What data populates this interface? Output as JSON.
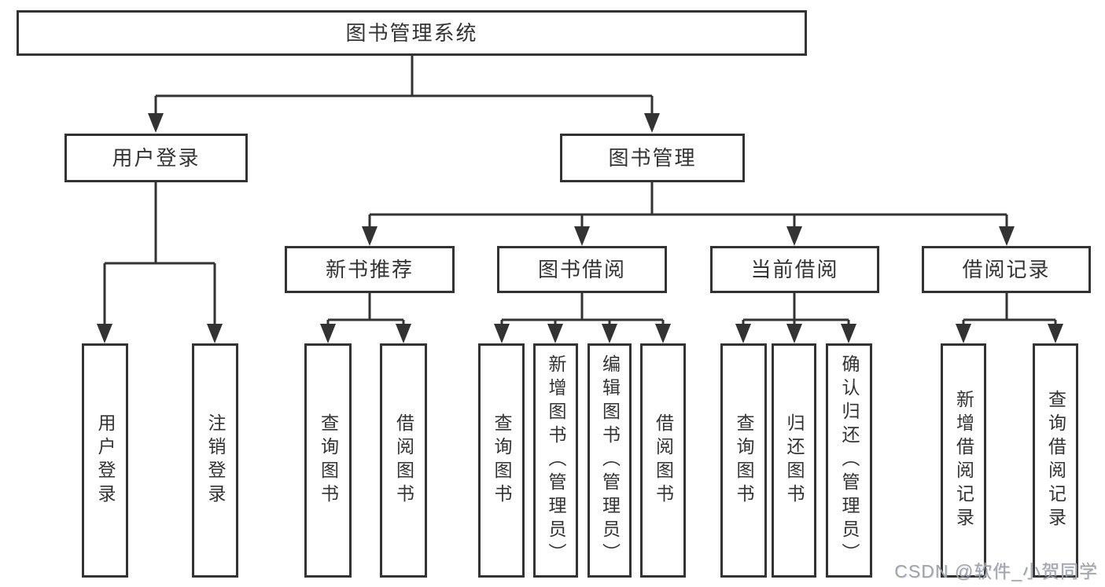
{
  "page": {
    "background": "#ffffff"
  },
  "diagram": {
    "line_color": "#333333",
    "text_color": "#333333",
    "root": {
      "label": "图书管理系统"
    },
    "branches": [
      {
        "label": "用户登录",
        "leaves": [
          "用户登录",
          "注销登录"
        ]
      },
      {
        "label": "图书管理",
        "sections": [
          {
            "label": "新书推荐",
            "leaves": [
              "查询图书",
              "借阅图书"
            ]
          },
          {
            "label": "图书借阅",
            "leaves": [
              "查询图书",
              "新增图书（管理员）",
              "编辑图书（管理员）",
              "借阅图书"
            ]
          },
          {
            "label": "当前借阅",
            "leaves": [
              "查询图书",
              "归还图书",
              "确认归还（管理员）"
            ]
          },
          {
            "label": "借阅记录",
            "leaves": [
              "新增借阅记录",
              "查询借阅记录"
            ]
          }
        ]
      }
    ]
  },
  "watermark": {
    "text": "CSDN @软件_小贺同学",
    "color": "#a3a3a3"
  }
}
